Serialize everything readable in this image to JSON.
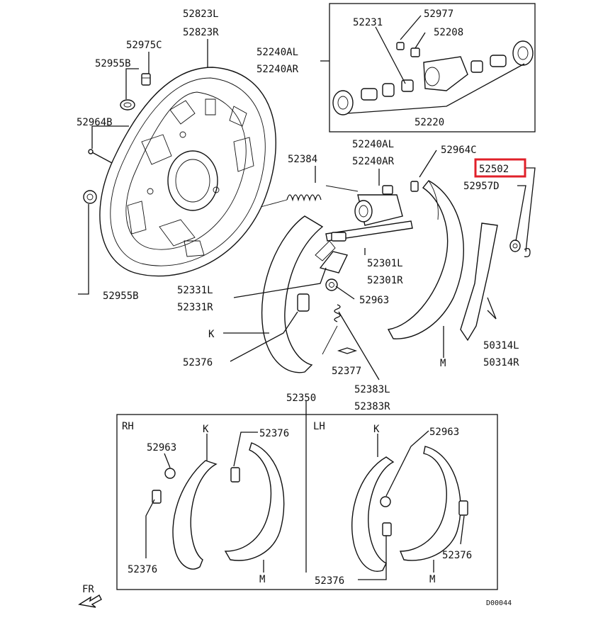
{
  "labels": {
    "p52823": [
      "52823L",
      "52823R"
    ],
    "p52975c": "52975C",
    "p52955b_top": "52955B",
    "p52964b": "52964B",
    "p52955b_bottom": "52955B",
    "p52240a_top": [
      "52240AL",
      "52240AR"
    ],
    "p52231": "52231",
    "p52977": "52977",
    "p52208": "52208",
    "p52220": "52220",
    "p52240a_mid": [
      "52240AL",
      "52240AR"
    ],
    "p52384": "52384",
    "p52964c": "52964C",
    "p52502": "52502",
    "p52957d": "52957D",
    "p52301": [
      "52301L",
      "52301R"
    ],
    "p52331": [
      "52331L",
      "52331R"
    ],
    "p52963_mid": "52963",
    "k_mid": "K",
    "p52376_mid": "52376",
    "p52377": "52377",
    "p52383": [
      "52383L",
      "52383R"
    ],
    "m_mid": "M",
    "p50314": [
      "50314L",
      "50314R"
    ],
    "p52350": "52350",
    "rh": "RH",
    "lh": "LH",
    "k_rh": "K",
    "p52376_rh_top": "52376",
    "p52963_rh": "52963",
    "p52376_rh_bottom": "52376",
    "m_rh": "M",
    "k_lh": "K",
    "p52963_lh": "52963",
    "p52376_lh_right": "52376",
    "p52376_lh_bottom": "52376",
    "m_lh": "M",
    "fr": "FR",
    "code": "D00044"
  },
  "highlight": {
    "part": "52502",
    "color": "#e0202a"
  }
}
